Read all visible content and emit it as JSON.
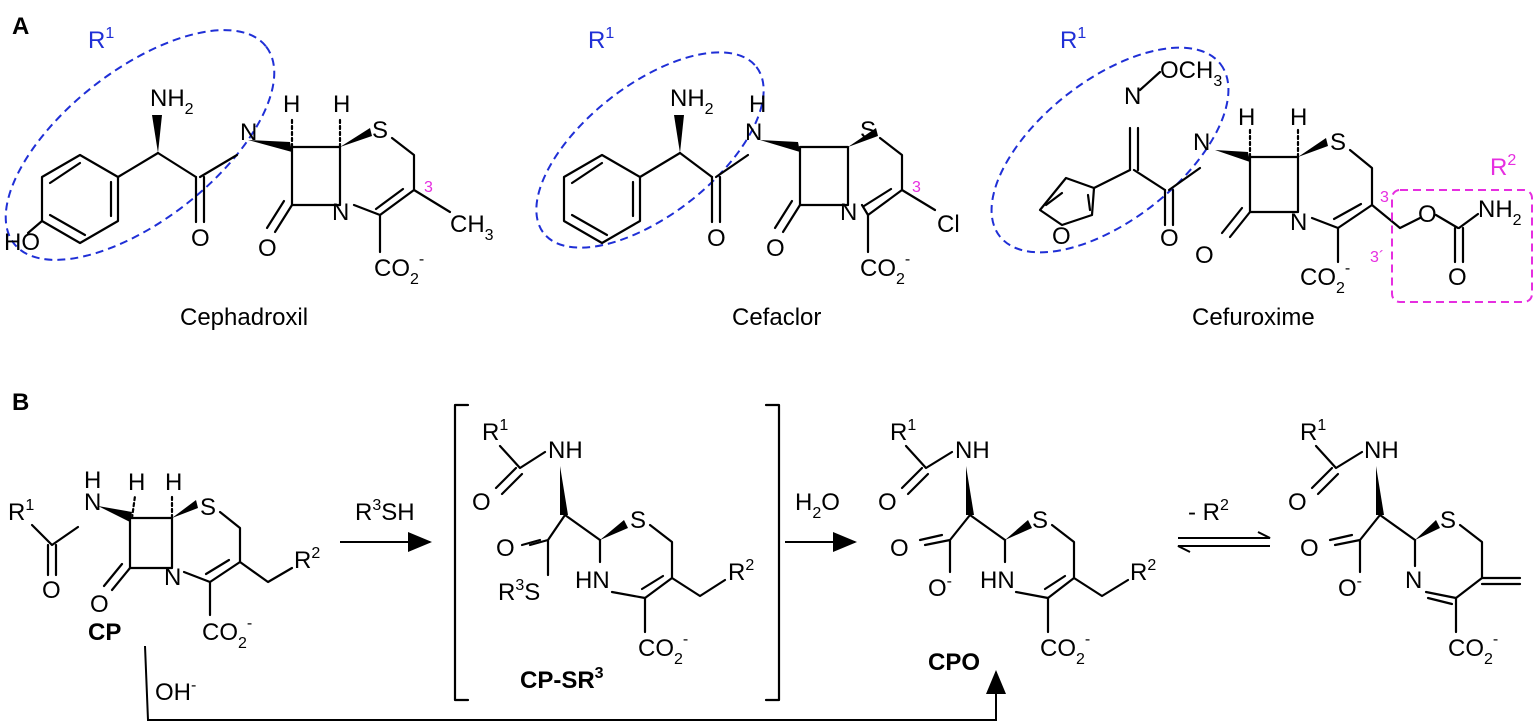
{
  "panels": {
    "a": {
      "label": "A",
      "molecules": [
        {
          "name": "Cephadroxil",
          "group": "R",
          "group_sup": "1",
          "pos3": "3",
          "amine": "NH",
          "amine_sub": "2",
          "ho": "HO",
          "nh": "N",
          "h": "H",
          "s": "S",
          "n": "N",
          "o": "O",
          "ch3": "CH",
          "ch3_sub": "3",
          "co2": "CO",
          "co2_sub": "2",
          "charge": "-"
        },
        {
          "name": "Cefaclor",
          "group": "R",
          "group_sup": "1",
          "pos3": "3",
          "amine": "NH",
          "amine_sub": "2",
          "nh": "N",
          "h": "H",
          "s": "S",
          "n": "N",
          "o": "O",
          "cl": "Cl",
          "co2": "CO",
          "co2_sub": "2",
          "charge": "-"
        },
        {
          "name": "Cefuroxime",
          "group": "R",
          "group_sup": "1",
          "group2": "R",
          "group2_sup": "2",
          "pos3": "3",
          "pos3p": "3´",
          "och3": "N",
          "och3_b": "OCH",
          "och3_sub": "3",
          "nh": "N",
          "h": "H",
          "s": "S",
          "n": "N",
          "o": "O",
          "nh2": "NH",
          "nh2_sub": "2",
          "co2": "CO",
          "co2_sub": "2",
          "charge": "-"
        }
      ]
    },
    "b": {
      "label": "B",
      "reagents": {
        "thiol": "R",
        "thiol_sup": "3",
        "thiol_tail": "SH",
        "water": "H",
        "water_sub": "2",
        "water_tail": "O",
        "loss": "- R",
        "loss_sup": "2",
        "hydroxide": "OH",
        "hydroxide_sup": "-"
      },
      "compounds": [
        {
          "label": "CP"
        },
        {
          "label": "CP-SR",
          "label_sup": "3"
        },
        {
          "label": "CPO"
        }
      ],
      "atoms": {
        "r": "R",
        "r1": "1",
        "r2": "2",
        "r3": "3",
        "n": "N",
        "h": "H",
        "s": "S",
        "o": "O",
        "hn": "HN",
        "nh": "NH",
        "co2": "CO",
        "co2_sub": "2",
        "charge": "-"
      }
    }
  }
}
